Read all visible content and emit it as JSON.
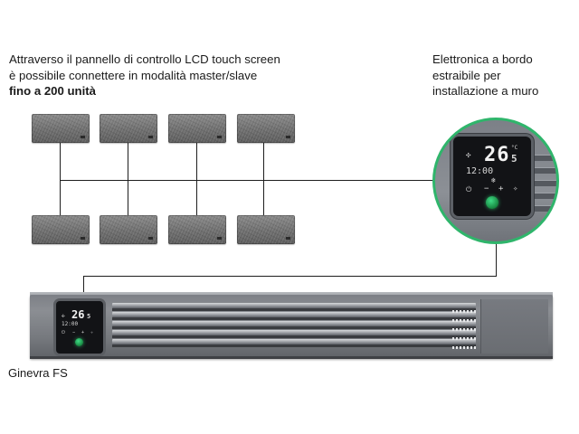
{
  "left_text": {
    "line1": "Attraverso il pannello di controllo LCD touch screen",
    "line2": "è possibile connettere in modalità master/slave",
    "line3_bold": "fino a 200 unità"
  },
  "right_text": {
    "line1": "Elettronica a bordo",
    "line2": "estraibile per",
    "line3": "installazione a muro"
  },
  "caption": "Ginevra FS",
  "lcd_zoom": {
    "temp_big": "26",
    "temp_small": "5",
    "unit": "°C",
    "time": "12:00"
  },
  "lcd_unit": {
    "temp_big": "26",
    "temp_small": "5",
    "time": "12:00"
  },
  "colors": {
    "accent_green": "#2fb56b",
    "line": "#1e1e1e"
  }
}
